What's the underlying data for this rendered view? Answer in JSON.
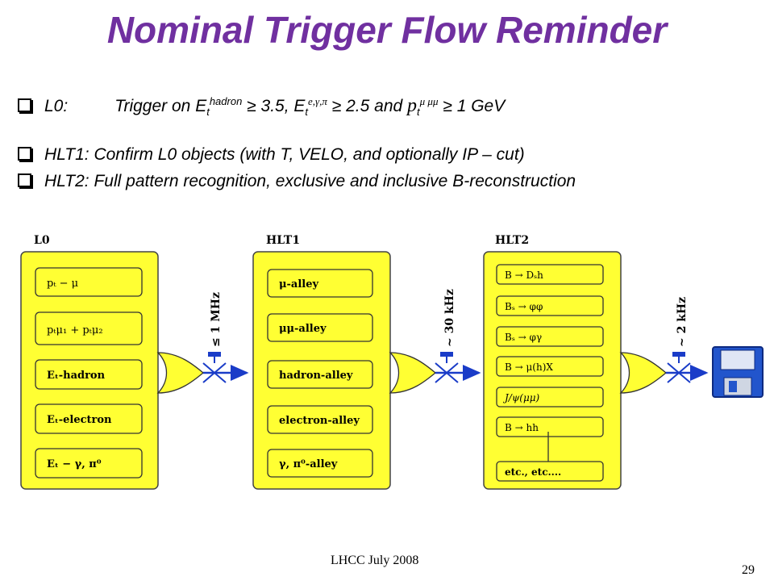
{
  "title": "Nominal Trigger Flow Reminder",
  "bullets": {
    "l0": {
      "label": "L0:",
      "text_start": "Trigger on E",
      "et_sub": "t",
      "et_sup": "hadron",
      "val1": " 3.5,  E",
      "e_sub": "t",
      "e_sup": "e,γ,π",
      "val2": " 2.5 and ",
      "pt": "p",
      "pt_sub": "t",
      "pt_sup": "μ μμ",
      "val3": " 1 GeV",
      "geq": "≥"
    },
    "hlt1": "HLT1:  Confirm L0 objects (with T, VELO, and optionally IP – cut)",
    "hlt2": "HLT2:   Full pattern recognition, exclusive and inclusive B-reconstruction"
  },
  "diagram": {
    "colors": {
      "panel": "#ffff33",
      "border": "#444444",
      "arrow": "#1a3cc8",
      "floppy": "#2255cc"
    },
    "l0": {
      "title": "L0",
      "items": [
        "pₜ − μ",
        "pₜμ₁ + pₜμ₂",
        "Eₜ-hadron",
        "Eₜ-electron",
        "Eₜ − γ,  π⁰"
      ]
    },
    "hlt1": {
      "title": "HLT1",
      "items": [
        "μ-alley",
        "μμ-alley",
        "hadron-alley",
        "electron-alley",
        "γ,  π⁰-alley"
      ]
    },
    "hlt2": {
      "title": "HLT2",
      "items": [
        "B → Dₛh",
        "Bₛ → φφ",
        "Bₛ → φγ",
        "B → μ(h)X",
        "J/ψ(μμ)",
        "B → hh",
        "etc., etc...."
      ]
    },
    "rates": [
      "≤ 1 MHz",
      "~ 30 kHz",
      "~ 2 kHz"
    ],
    "storage_icon": "floppy-disk-icon"
  },
  "footer": "LHCC July 2008",
  "page_number": "29"
}
